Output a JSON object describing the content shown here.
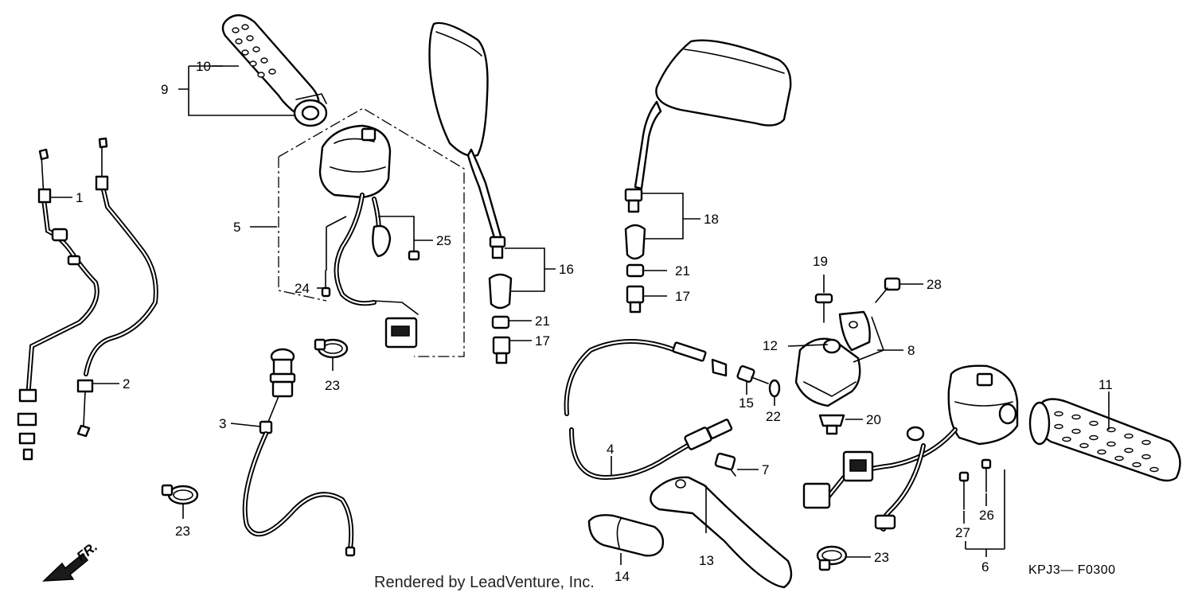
{
  "watermark": "Rendered by LeadVenture, Inc.",
  "diagram_code": "KPJ3— F0300",
  "direction_label": "FR.",
  "callouts": {
    "c1": "1",
    "c2": "2",
    "c3": "3",
    "c4": "4",
    "c5": "5",
    "c6": "6",
    "c7": "7",
    "c8": "8",
    "c9": "9",
    "c10": "10",
    "c11": "11",
    "c12": "12",
    "c13": "13",
    "c14": "14",
    "c15": "15",
    "c16": "16",
    "c17a": "17",
    "c17b": "17",
    "c18": "18",
    "c19": "19",
    "c20": "20",
    "c21a": "21",
    "c21b": "21",
    "c22": "22",
    "c23a": "23",
    "c23b": "23",
    "c23c": "23",
    "c24": "24",
    "c25": "25",
    "c26": "26",
    "c27": "27",
    "c28": "28"
  },
  "icons": [
    "direction-arrow-icon"
  ]
}
